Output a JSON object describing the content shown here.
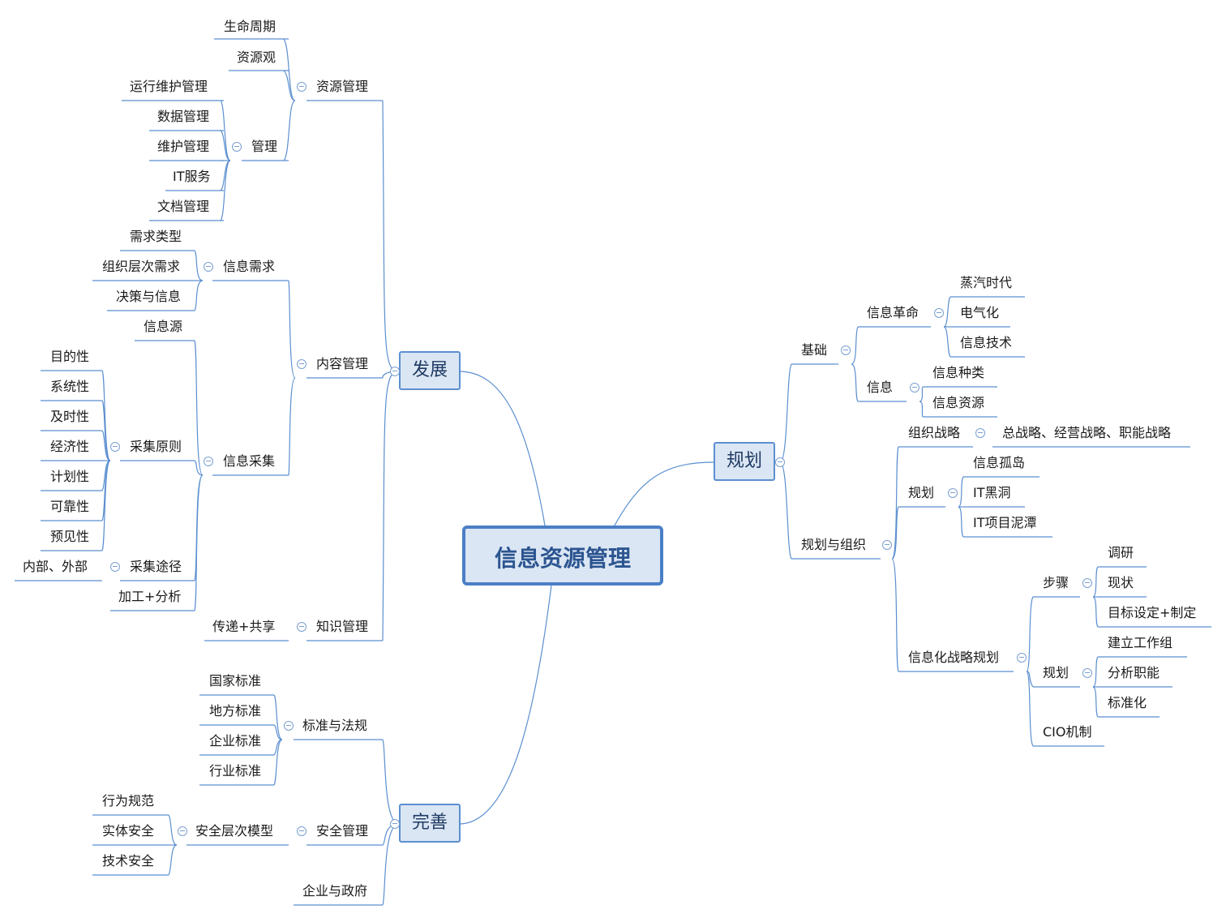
{
  "root": "信息资源管理",
  "branches": {
    "fazhan": "发展",
    "guihua": "规划",
    "wanshan": "完善"
  },
  "fazhan": {
    "ziyuan_guanli": "资源管理",
    "shengming_zhouqi": "生命周期",
    "ziyuan_guan": "资源观",
    "guanli": "管理",
    "yunxing_weihu": "运行维护管理",
    "shuju_guanli": "数据管理",
    "weihu_guanli": "维护管理",
    "it_fuwu": "IT服务",
    "wendang_guanli": "文档管理",
    "neirong_guanli": "内容管理",
    "xinxi_xuqiu": "信息需求",
    "xuqiu_leixing": "需求类型",
    "zuzhi_cengci": "组织层次需求",
    "juece_xinxi": "决策与信息",
    "xinxi_caiji": "信息采集",
    "xinxi_yuan": "信息源",
    "caiji_yuanze": "采集原则",
    "mudi": "目的性",
    "xitong": "系统性",
    "jishi": "及时性",
    "jingji": "经济性",
    "jihua": "计划性",
    "kekao": "可靠性",
    "yujian": "预见性",
    "caiji_tujing": "采集途径",
    "neibu_waibu": "内部、外部",
    "jiagong": "加工+分析",
    "zhishi_guanli": "知识管理",
    "chuandi": "传递+共享"
  },
  "wanshan": {
    "biaozhun_fagui": "标准与法规",
    "guojia": "国家标准",
    "difang": "地方标准",
    "qiye": "企业标准",
    "hangye": "行业标准",
    "anquan_guanli": "安全管理",
    "anquan_moxing": "安全层次模型",
    "xingwei": "行为规范",
    "shiti": "实体安全",
    "jishu": "技术安全",
    "qiye_zhengfu": "企业与政府"
  },
  "guihua": {
    "jichu": "基础",
    "xinxi_geming": "信息革命",
    "zhengqi": "蒸汽时代",
    "dianqi": "电气化",
    "xinxi_jishu": "信息技术",
    "xinxi": "信息",
    "xinxi_zhonglei": "信息种类",
    "xinxi_ziyuan": "信息资源",
    "guihua_zuzhi": "规划与组织",
    "zuzhi_zhanlue": "组织战略",
    "zong_zhanlue": "总战略、经营战略、职能战略",
    "guihua1": "规划",
    "gudao": "信息孤岛",
    "heidong": "IT黑洞",
    "nitan": "IT项目泥潭",
    "xxh_guihua": "信息化战略规划",
    "buzhou": "步骤",
    "diaoyan": "调研",
    "xianzhuang": "现状",
    "mubiao": "目标设定+制定",
    "guihua2": "规划",
    "gongzuozu": "建立工作组",
    "fenxi": "分析职能",
    "biaozhunhua": "标准化",
    "cio": "CIO机制"
  },
  "colors": {
    "line": "#5b8fd0",
    "box_fill": "#dbe6f4",
    "box_border": "#5b8fd0",
    "root_border": "#4a7fc6",
    "root_text": "#2c5590"
  }
}
